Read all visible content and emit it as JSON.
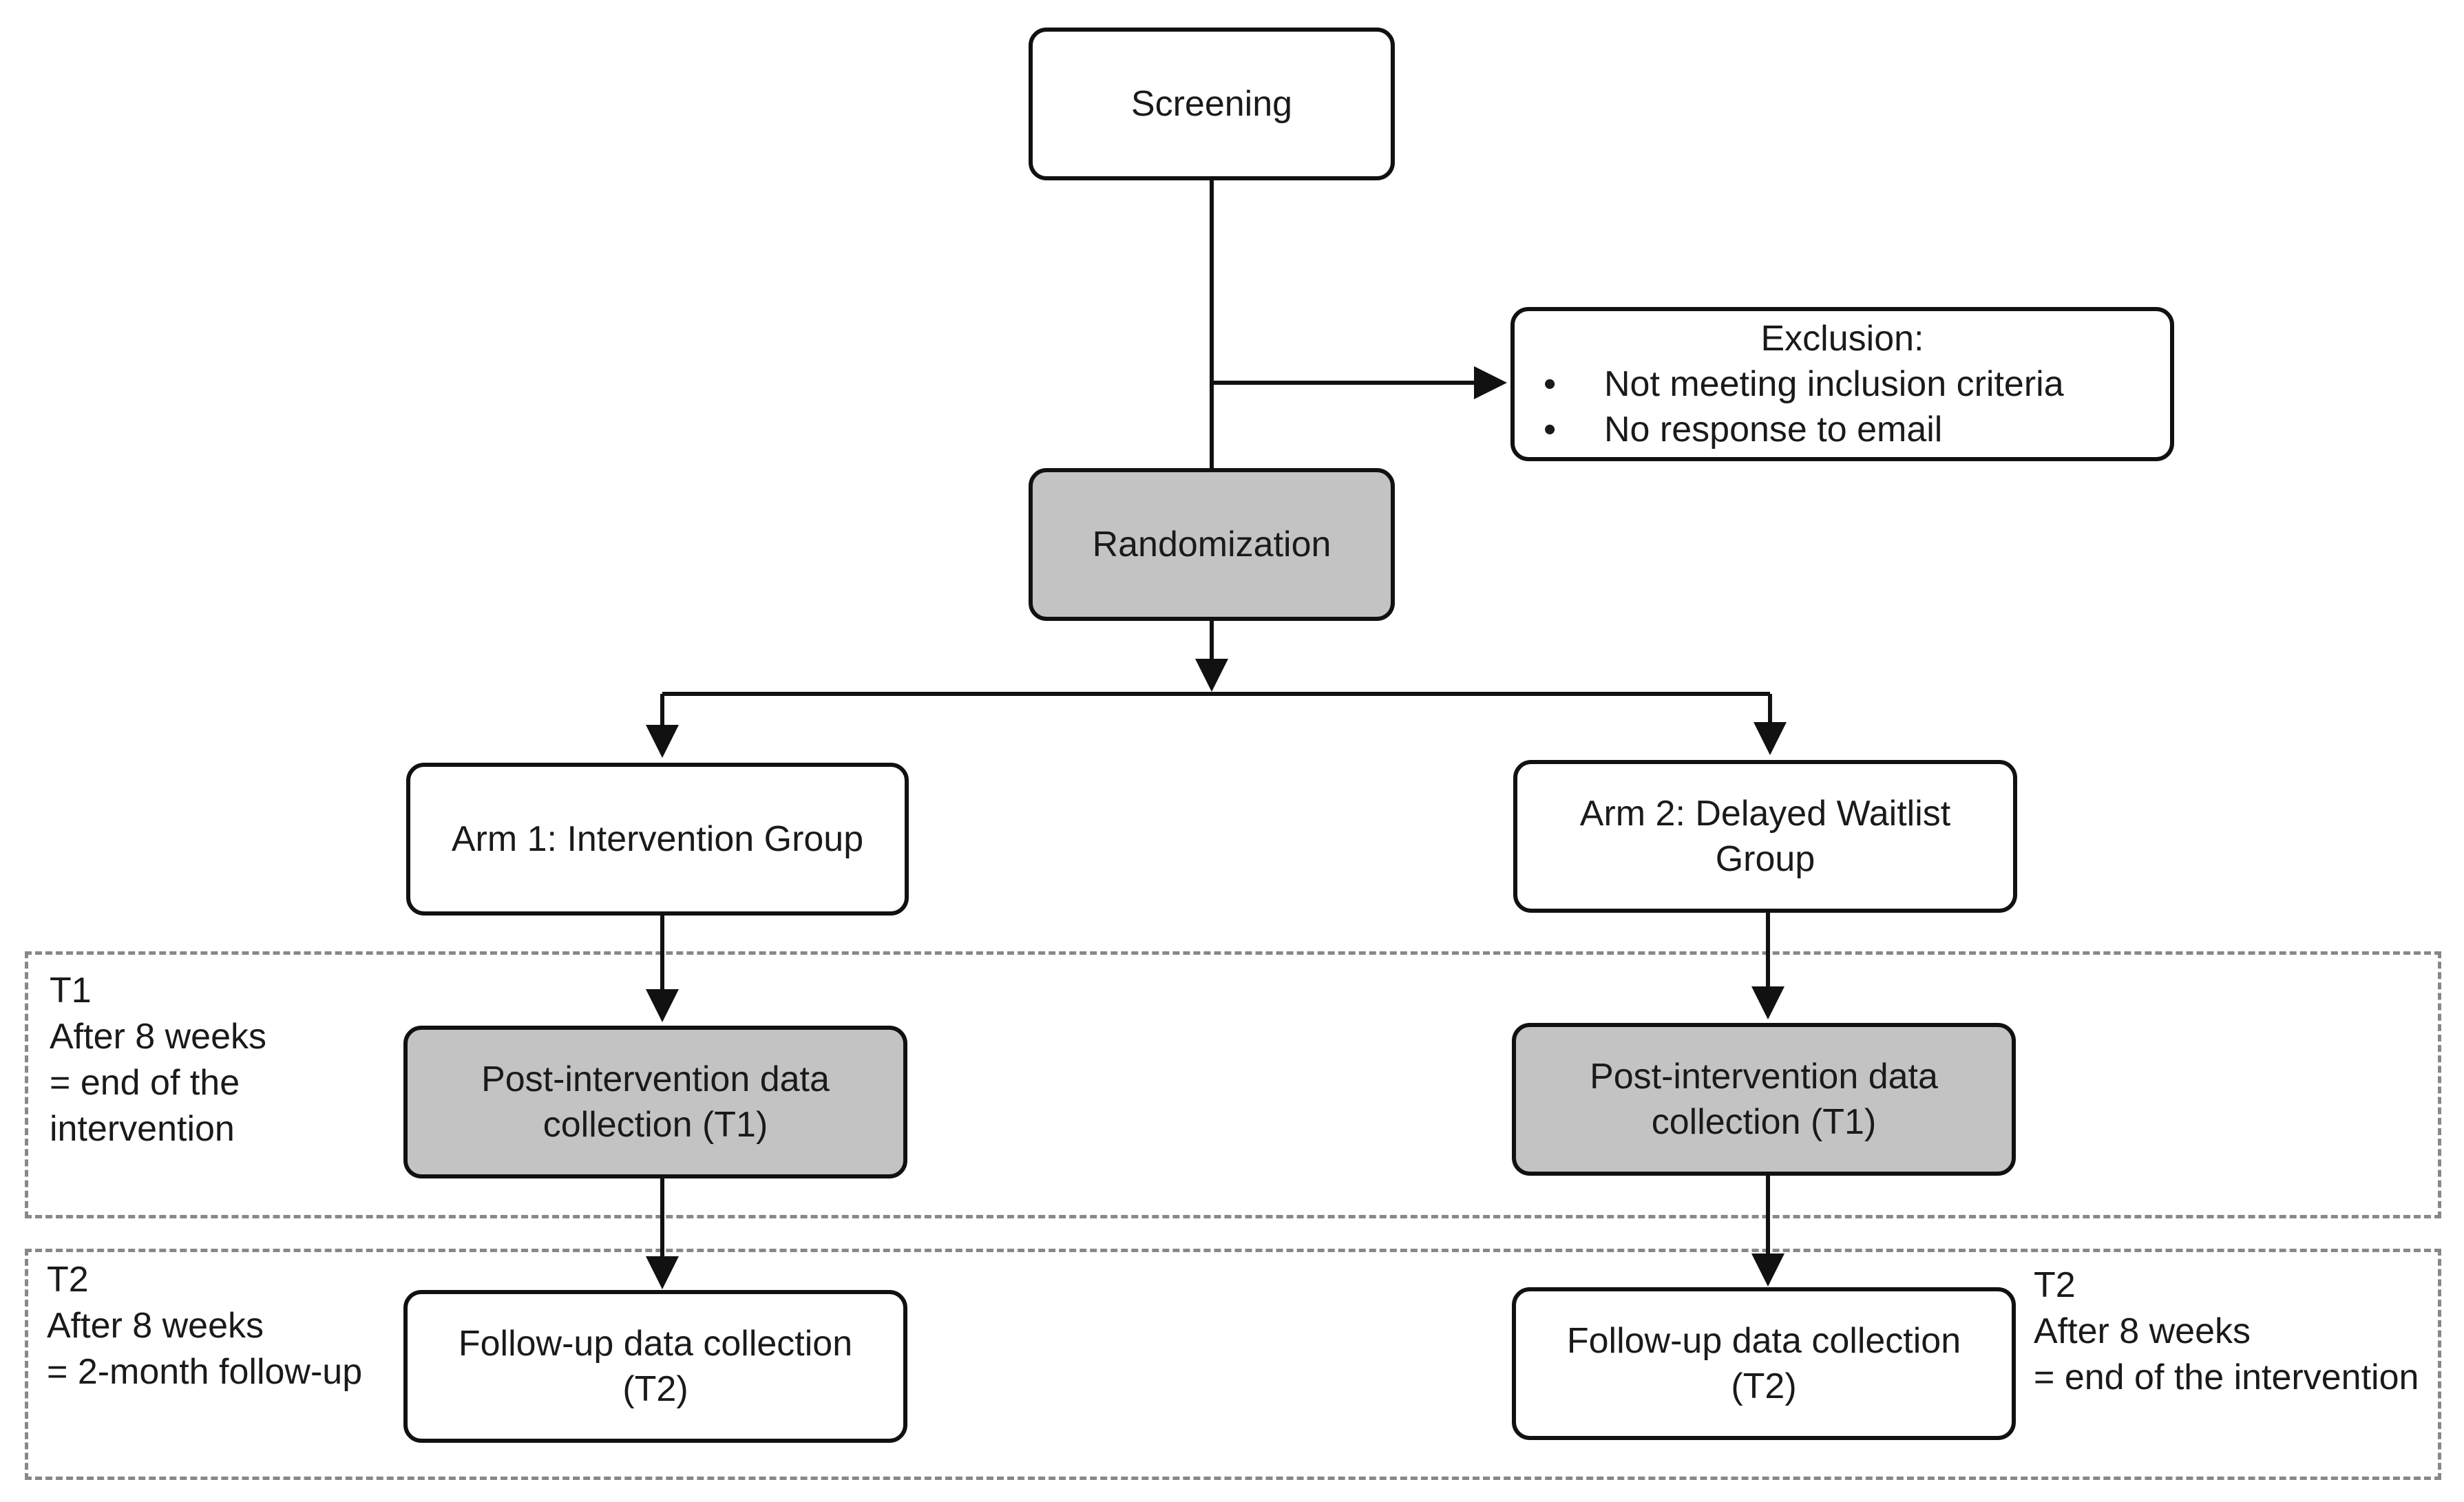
{
  "nodes": {
    "screening": "Screening",
    "exclusion": {
      "title": "Exclusion:",
      "items": [
        "Not meeting inclusion criteria",
        "No response to email"
      ]
    },
    "randomization": "Randomization",
    "arm1": {
      "lines": [
        "Arm 1: Intervention Group"
      ]
    },
    "arm2": {
      "lines": [
        "Arm 2: Delayed Waitlist",
        "Group"
      ]
    },
    "arm1_t1": {
      "lines": [
        "Post-intervention data",
        "collection (T1)"
      ]
    },
    "arm2_t1": {
      "lines": [
        "Post-intervention data",
        "collection (T1)"
      ]
    },
    "arm1_t2": {
      "lines": [
        "Follow-up data collection",
        "(T2)"
      ]
    },
    "arm2_t2": {
      "lines": [
        "Follow-up data collection",
        "(T2)"
      ]
    }
  },
  "phases": {
    "t1": {
      "lines": [
        "T1",
        "After 8 weeks",
        "= end of the",
        "intervention"
      ]
    },
    "t2_left": {
      "lines": [
        "T2",
        "After 8 weeks",
        "= 2-month follow-up"
      ]
    },
    "t2_right": {
      "lines": [
        "T2",
        "After 8 weeks",
        "= end of the intervention"
      ]
    }
  },
  "bullet_symbol": "•",
  "colors": {
    "shaded_fill": "#c3c3c3",
    "border": "#111111",
    "dashed_border": "#888888"
  }
}
